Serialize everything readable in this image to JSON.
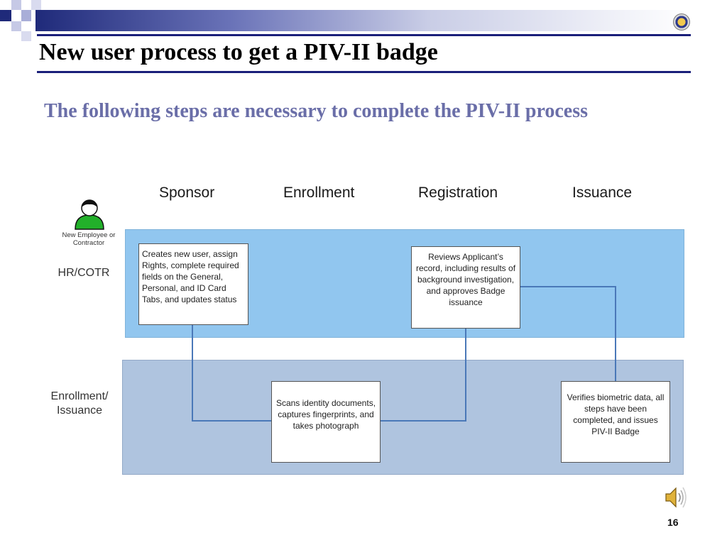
{
  "slide": {
    "title": "New user process to get a PIV-II badge",
    "subtitle": "The following steps are necessary to complete the PIV-II process",
    "page_number": "16"
  },
  "diagram": {
    "columns": [
      "Sponsor",
      "Enrollment",
      "Registration",
      "Issuance"
    ],
    "person_label": "New Employee or Contractor",
    "lanes": {
      "top_label": "HR/COTR",
      "bottom_label": "Enrollment/ Issuance"
    },
    "steps": {
      "sponsor": "Creates new user, assign Rights, complete required fields on the General,  Personal, and ID Card Tabs, and updates status",
      "registration": "Reviews Applicant’s record, including results of background investigation, and approves Badge issuance",
      "enrollment": "Scans identity documents, captures fingerprints, and takes photograph",
      "issuance": "Verifies biometric data, all steps have been completed, and issues PIV-II Badge"
    }
  },
  "icons": {
    "person": "person-icon",
    "seal": "seal-icon",
    "speaker": "speaker-icon"
  },
  "colors": {
    "top_lane": "#91c6ef",
    "bottom_lane": "#afc4df",
    "connector": "#4a78b8",
    "subtitle": "#6a6ea8",
    "rule": "#1a1f7a"
  }
}
